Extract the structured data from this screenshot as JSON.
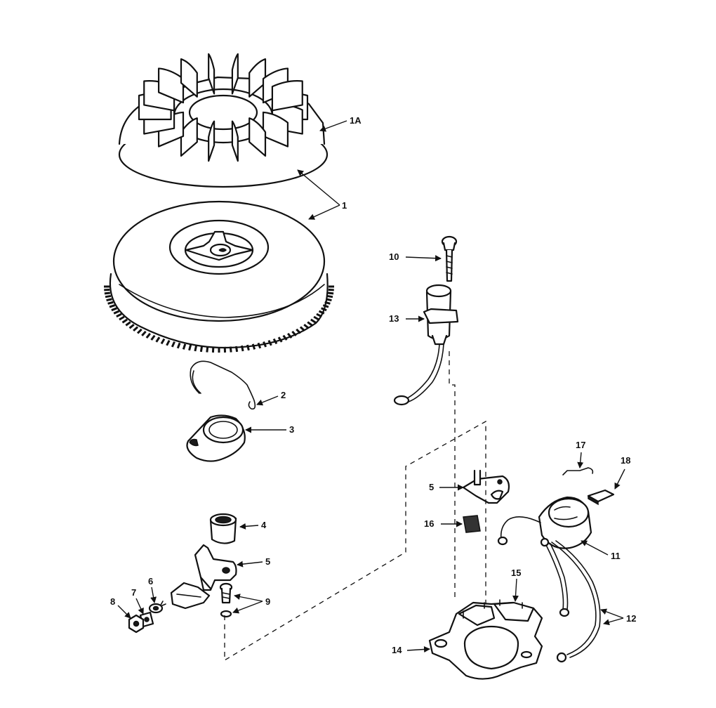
{
  "callouts": {
    "c1A": "1A",
    "c1": "1",
    "c2": "2",
    "c3": "3",
    "c4": "4",
    "c5a": "5",
    "c5b": "5",
    "c6": "6",
    "c7": "7",
    "c8": "8",
    "c9": "9",
    "c10": "10",
    "c11": "11",
    "c12": "12",
    "c13": "13",
    "c14": "14",
    "c15": "15",
    "c16": "16",
    "c17": "17",
    "c18": "18"
  }
}
